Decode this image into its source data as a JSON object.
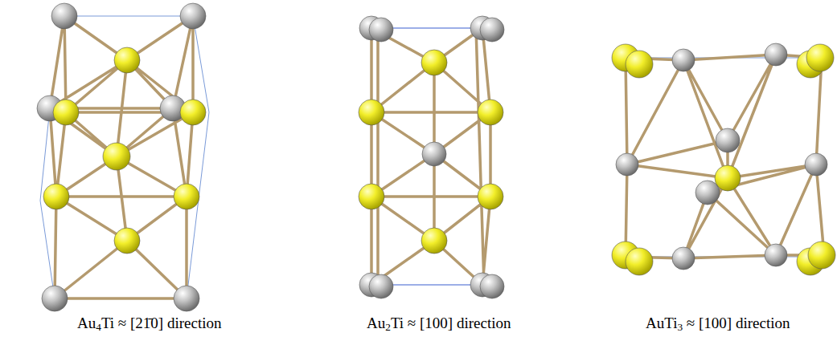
{
  "diagram": {
    "labels": [
      "Au4Ti ≈ [21̄0] direction",
      "Au2Ti ≈ [100] direction",
      "AuTi3 ≈ [100] direction"
    ]
  }
}
